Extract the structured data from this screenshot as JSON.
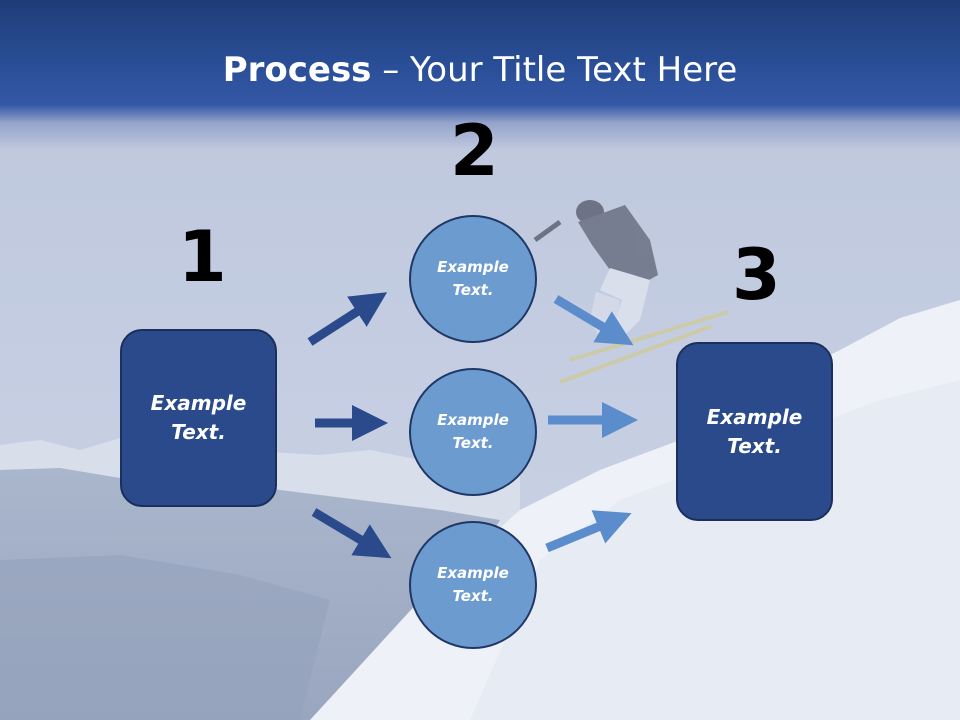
{
  "slide": {
    "title_bold": "Process",
    "title_rest": " – Your Title Text Here"
  },
  "steps": {
    "step1_number": "1",
    "step2_number": "2",
    "step3_number": "3"
  },
  "nodes": {
    "left_box": "Example Text.",
    "circle_top": "Example Text.",
    "circle_middle": "Example Text.",
    "circle_bottom": "Example Text.",
    "right_box": "Example Text."
  },
  "colors": {
    "header_blue": "#2a4f98",
    "box_fill": "#2a4a8c",
    "circle_fill": "#6c9ccf",
    "dark_arrow": "#2a4a8c",
    "light_arrow": "#5b8ccb"
  }
}
